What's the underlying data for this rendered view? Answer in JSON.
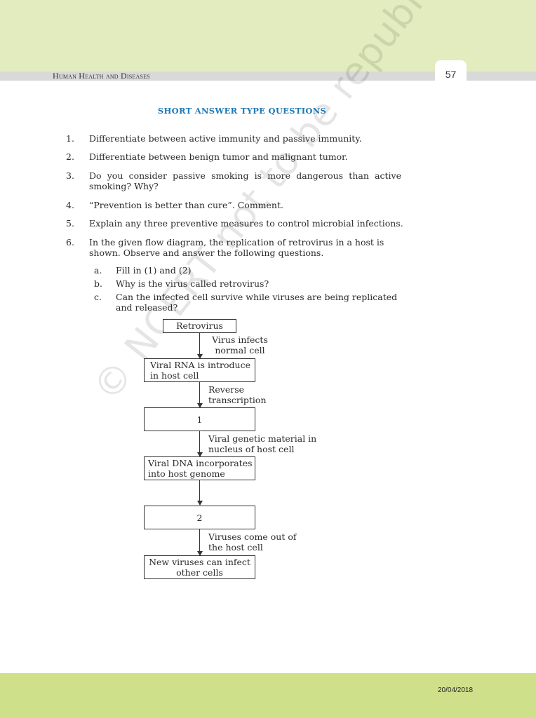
{
  "header": {
    "running_title": "Human Health and Diseases",
    "page_number": "57"
  },
  "section_title": "SHORT ANSWER TYPE QUESTIONS",
  "questions": [
    {
      "num": "1.",
      "text": "Differentiate between active immunity and passive immunity."
    },
    {
      "num": "2.",
      "text": "Differentiate between benign tumor and malignant tumor."
    },
    {
      "num": "3.",
      "text": "Do you consider passive smoking is more dangerous than active smoking? Why?"
    },
    {
      "num": "4.",
      "text": "“Prevention is better than cure”. Comment."
    },
    {
      "num": "5.",
      "text": "Explain any three preventive measures to control microbial infections."
    },
    {
      "num": "6.",
      "text": "In the given flow diagram, the replication of retrovirus in a host is shown. Observe and answer the following questions."
    }
  ],
  "subquestions": [
    {
      "num": "a.",
      "text": "Fill in (1) and (2)"
    },
    {
      "num": "b.",
      "text": "Why is the virus called retrovirus?"
    },
    {
      "num": "c.",
      "text": "Can the infected cell survive while viruses are being replicated and released?"
    }
  ],
  "flow": {
    "boxes": [
      "Retrovirus",
      "Viral RNA is introduce in host cell",
      "1",
      "Viral DNA incorporates into host genome",
      "2",
      "New viruses can infect other cells"
    ],
    "labels": [
      "Virus infects normal cell",
      "Reverse transcription",
      "Viral genetic material in nucleus of host cell",
      "Viruses come out of the host cell"
    ]
  },
  "watermark": "© NCERT not to be republished",
  "footer": {
    "date": "20/04/2018"
  }
}
